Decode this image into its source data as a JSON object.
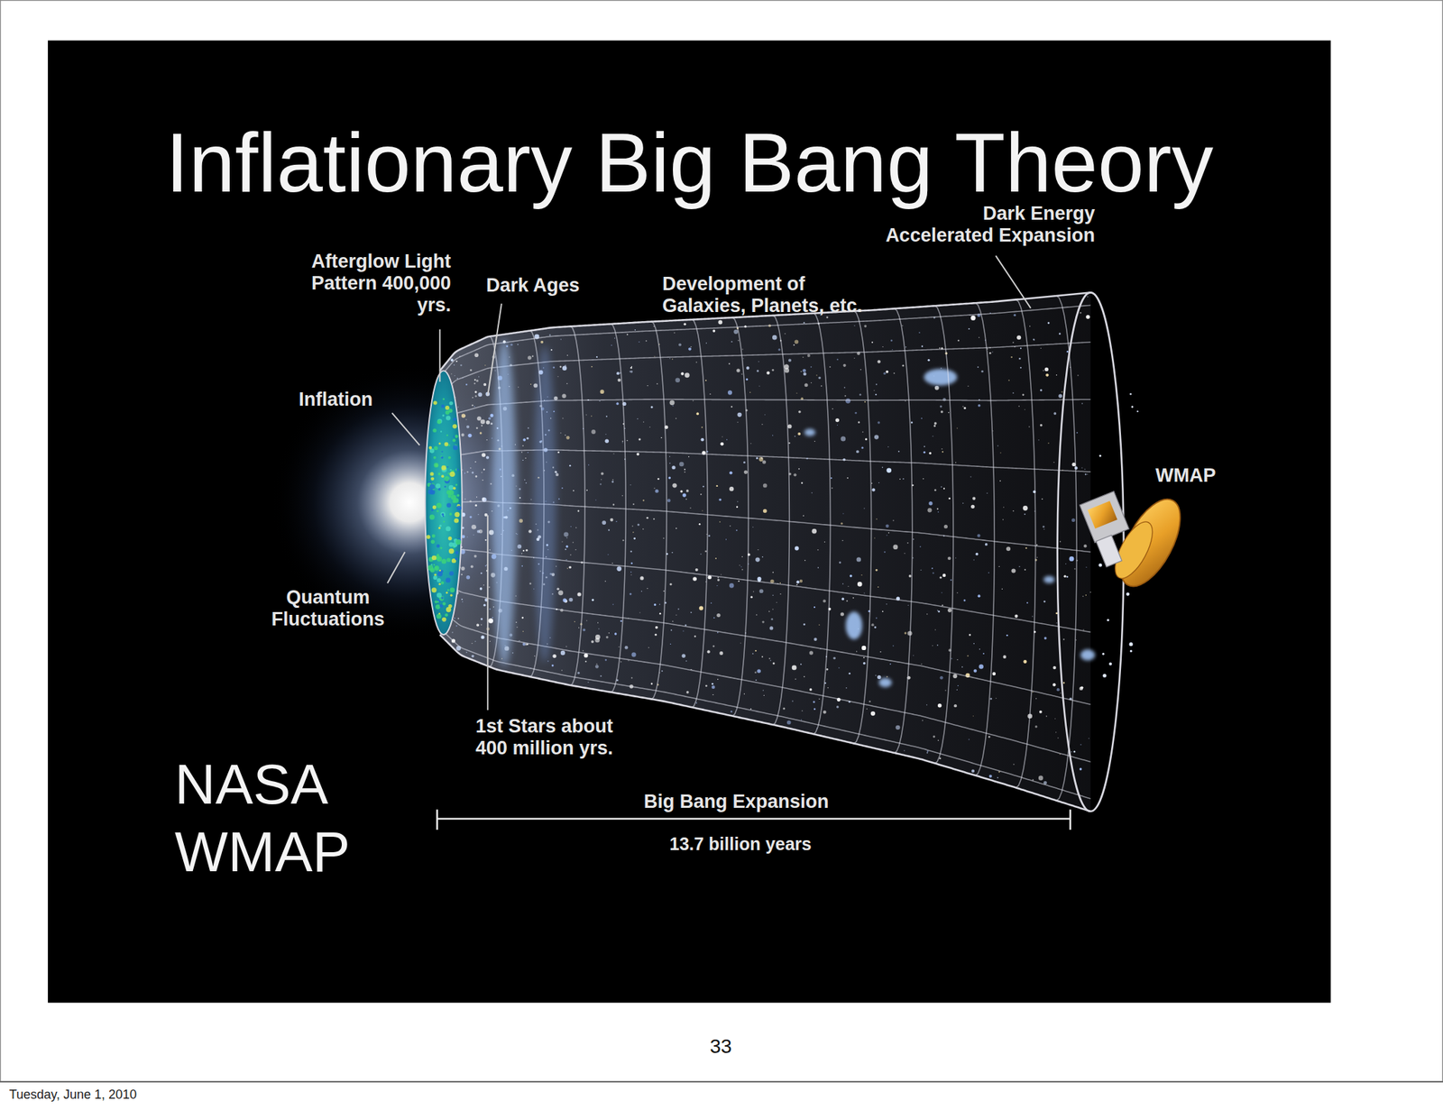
{
  "diagram": {
    "title": "Inflationary Big Bang Theory",
    "labels": [
      "Dark Energy Accelerated Expansion",
      "Afterglow Light Pattern 400,000 yrs.",
      "Dark Ages",
      "Development of Galaxies, Planets, etc.",
      "Inflation",
      "WMAP",
      "Quantum Fluctuations",
      "1st Stars about 400 million yrs.",
      "NASA WMAP",
      "Big Bang Expansion",
      "13.7 billion years",
      "33",
      "Tuesday, June 1, 2010"
    ]
  }
}
